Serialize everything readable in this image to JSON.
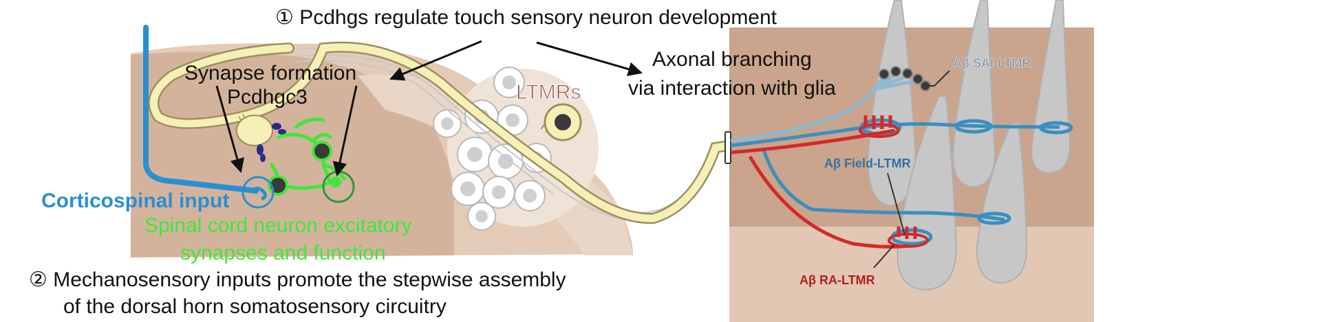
{
  "texts": {
    "finding1": "① Pcdhgs regulate touch sensory neuron development",
    "synapse_formation": "Synapse formation",
    "pcdhgc3": "Pcdhgc3",
    "ltmrs": "LTMRs",
    "axonal_branching_1": "Axonal branching",
    "axonal_branching_2": "via interaction with glia",
    "corticospinal": "Corticospinal input",
    "spinal_1": "Spinal cord neuron excitatory",
    "spinal_2": "synapses and function",
    "finding2_1": "② Mechanosensory inputs promote the stepwise assembly",
    "finding2_2": "of the dorsal horn somatosensory circuitry",
    "sai_ltmr": "Aβ SAI-LTMR",
    "field_ltmr": "Aβ Field-LTMR",
    "ra_ltmr": "Aβ RA-LTMR"
  },
  "colors": {
    "sensory_axon": "#f7efb8",
    "corticospinal": "#2a8fd0",
    "spinal_neuron": "#3ee83a",
    "ra_ltmr": "#d62828",
    "field_ltmr": "#3a8fc0",
    "sai_ltmr": "#8fb9d0",
    "skin": "#cfa88f",
    "cord": "#d9bca8",
    "synapse_marker": "#2a2a8a"
  }
}
